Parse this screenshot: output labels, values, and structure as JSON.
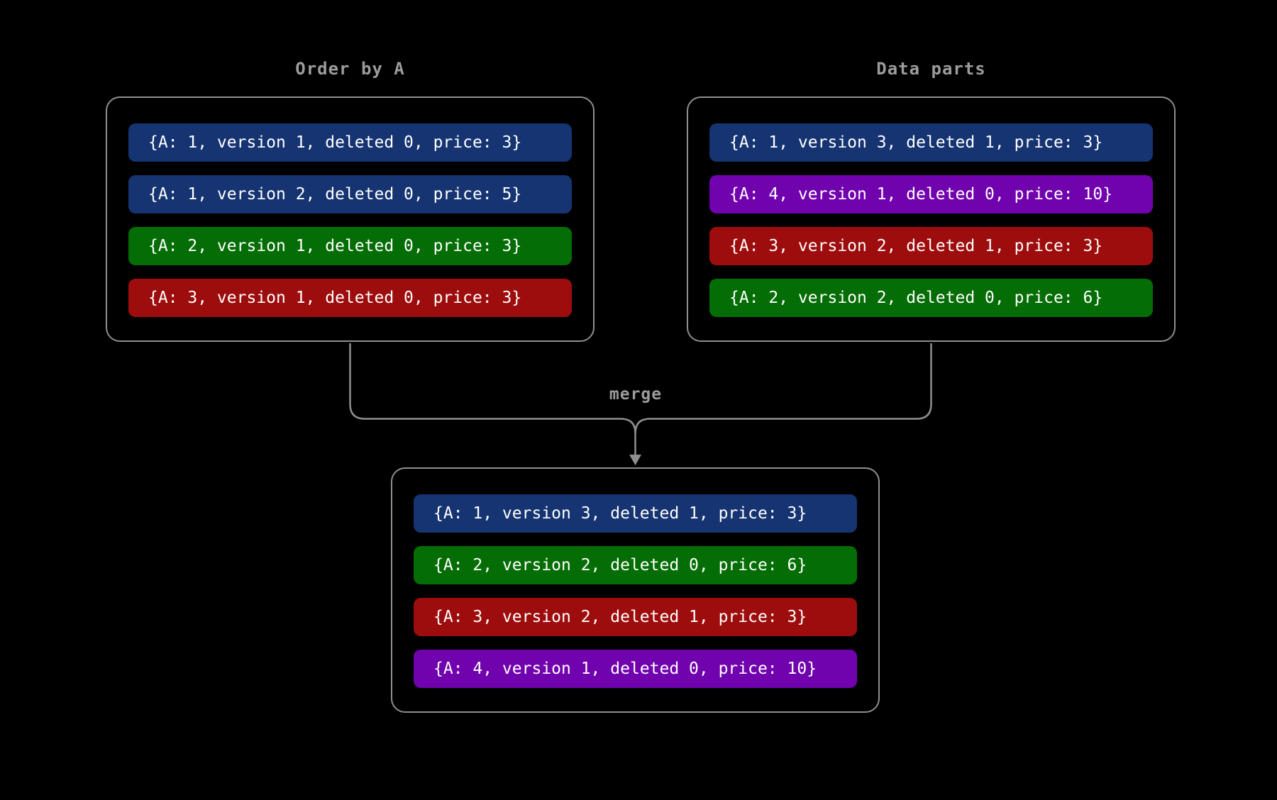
{
  "theme": {
    "bg": "#000000",
    "border_gray": "#8F8F8F",
    "label_gray": "#9C9C9C",
    "row_text": "#FFFFFF"
  },
  "colors": {
    "blue": "#153471",
    "green": "#056D05",
    "red": "#9E0D0D",
    "purple": "#7103AE"
  },
  "merge_label": "merge",
  "panels": {
    "order_by_a": {
      "title": "Order by A",
      "rows": [
        {
          "text": "{A: 1, version 1, deleted 0, price: 3}",
          "color": "blue"
        },
        {
          "text": "{A: 1, version 2, deleted 0, price: 5}",
          "color": "blue"
        },
        {
          "text": "{A: 2, version 1, deleted 0, price: 3}",
          "color": "green"
        },
        {
          "text": "{A: 3, version 1, deleted 0, price: 3}",
          "color": "red"
        }
      ]
    },
    "data_parts": {
      "title": "Data parts",
      "rows": [
        {
          "text": "{A: 1, version 3, deleted 1, price: 3}",
          "color": "blue"
        },
        {
          "text": "{A: 4, version 1, deleted 0, price: 10}",
          "color": "purple"
        },
        {
          "text": "{A: 3, version 2, deleted 1, price: 3}",
          "color": "red"
        },
        {
          "text": "{A: 2, version 2, deleted 0, price: 6}",
          "color": "green"
        }
      ]
    },
    "merged": {
      "rows": [
        {
          "text": "{A: 1, version 3, deleted 1, price: 3}",
          "color": "blue"
        },
        {
          "text": "{A: 2, version 2, deleted 0, price: 6}",
          "color": "green"
        },
        {
          "text": "{A: 3, version 2, deleted 1, price: 3}",
          "color": "red"
        },
        {
          "text": "{A: 4, version 1, deleted 0, price: 10}",
          "color": "purple"
        }
      ]
    }
  }
}
